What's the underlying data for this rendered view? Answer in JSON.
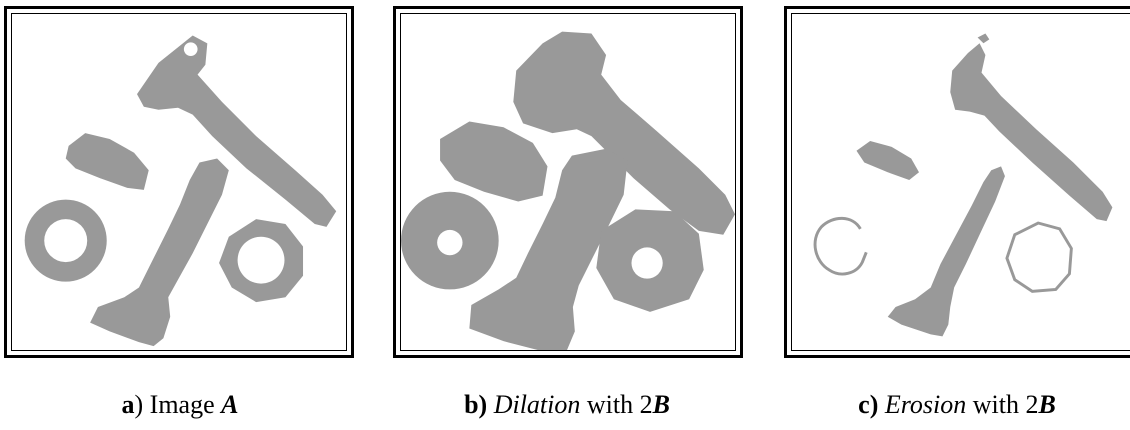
{
  "colors": {
    "shape": "#999999",
    "frame": "#000000",
    "background": "#ffffff"
  },
  "captions": {
    "a": {
      "letter": "a",
      "paren": ")",
      "word": " Image ",
      "symbol": "A"
    },
    "b": {
      "letter": "b)",
      "op": "Dilation",
      "with": " with 2",
      "symbol": "B"
    },
    "c": {
      "letter": "c)",
      "op": "Erosion",
      "with": " with 2",
      "symbol": "B"
    }
  }
}
